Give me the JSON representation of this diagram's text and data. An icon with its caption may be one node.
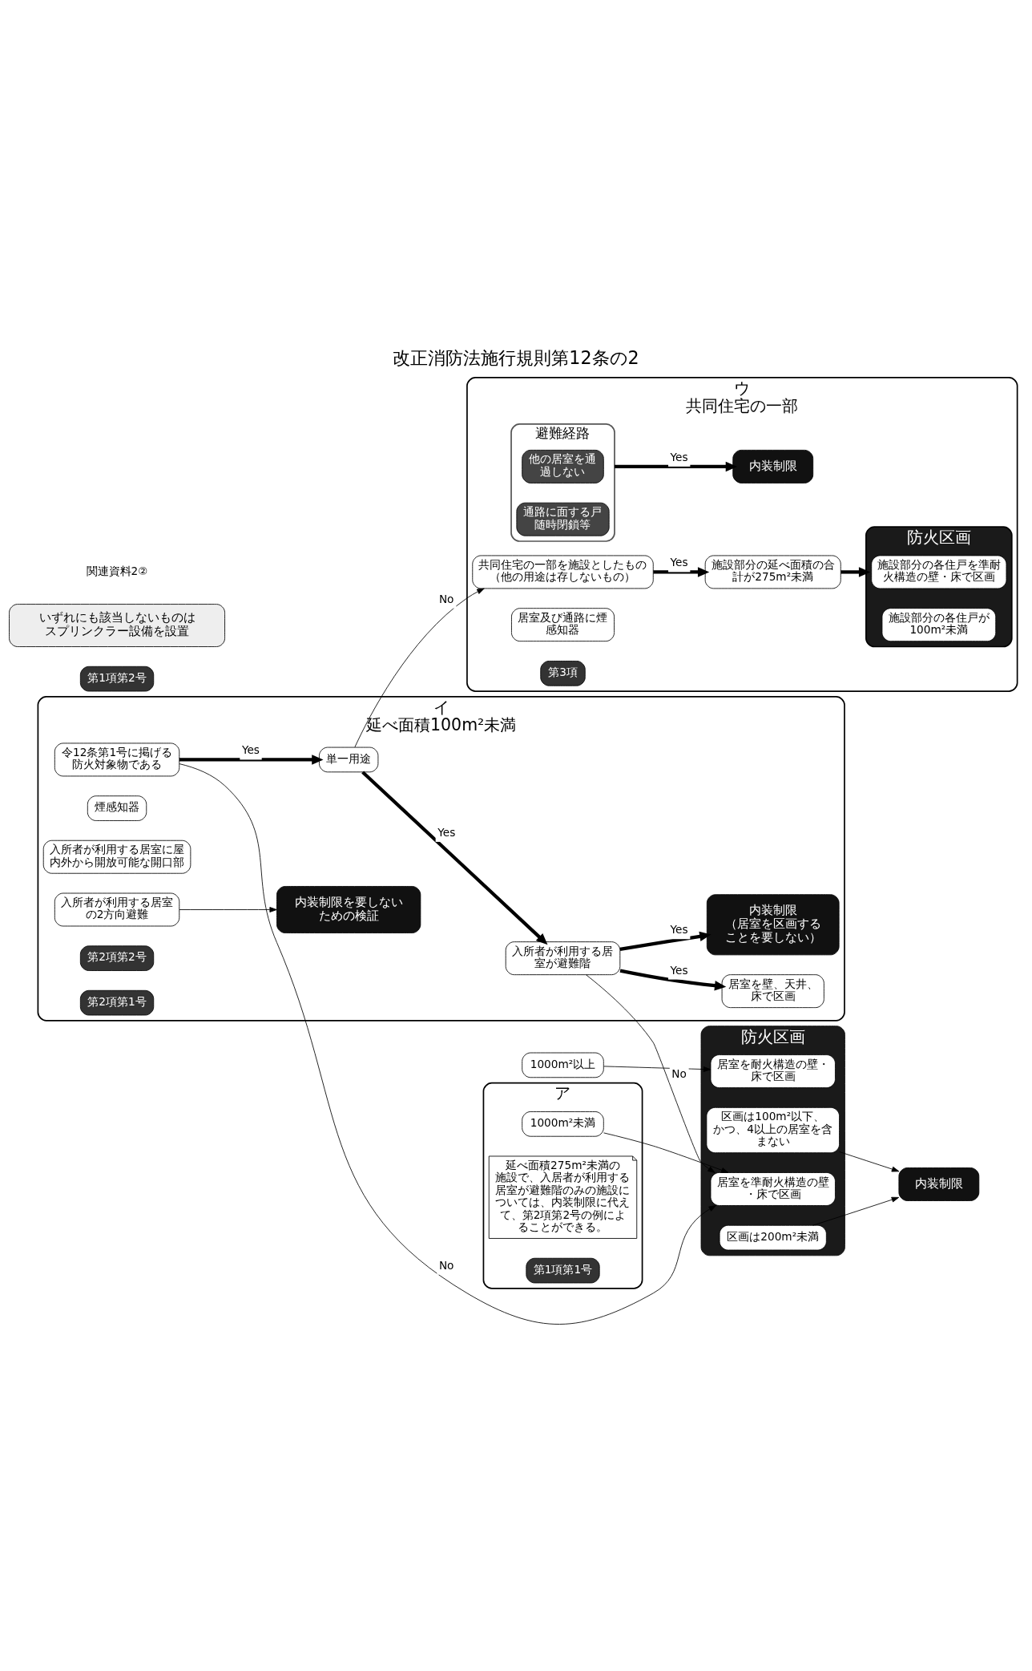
{
  "diagram": {
    "title": "改正消防法施行規則第12条の2",
    "nodes": [
      {
        "text": [
          "ア"
        ]
      },
      {
        "text": [
          "1000m²以上"
        ]
      },
      {
        "text": [
          "1000m²未満"
        ],
        "in": 0
      },
      {
        "text": [
          "防火区画"
        ]
      },
      {
        "text": [
          "居室を耐火構造の壁・床で区画"
        ],
        "in": 3
      },
      {
        "text": [
          "区画は200m²未満"
        ],
        "in": 3
      },
      {
        "text": [
          "居室を準耐火構造の壁・床で区画"
        ],
        "in": 3
      },
      {
        "text": [
          "区画は100m²以下、かつ、4以上の居室を含まない"
        ],
        "in": 3
      },
      {
        "text": [
          "延べ面積275m²未満の施設で、入居者が利用する居室が避難階のみの施設については、内装制限に代えて、第2項第2号の例によることができる。"
        ],
        "in": 0
      },
      {
        "text": [
          "内装制限"
        ]
      },
      {
        "text": [
          "第1項第2号"
        ]
      },
      {
        "text": [
          "第1項第1号"
        ],
        "in": 0
      },
      {
        "text": [
          "イ",
          "延べ面積100m²未満"
        ]
      },
      {
        "text": [
          "令12条第1号に掲げる防火対象物である"
        ],
        "in": 12
      },
      {
        "text": [
          "単一用途"
        ],
        "in": 12
      },
      {
        "text": [
          "入所者が利用する居室が避難階"
        ],
        "in": 12
      },
      {
        "text": [
          "居室を壁、天井、床で区画"
        ],
        "in": 12
      },
      {
        "text": [
          "煙感知器"
        ],
        "in": 12
      },
      {
        "text": [
          "入所者が利用する居室に屋内外から開放可能な開口部"
        ],
        "in": 12
      },
      {
        "text": [
          "入所者が利用する居室の2方向避難"
        ],
        "in": 12
      },
      {
        "text": [
          "内装制限を要しないための検証"
        ],
        "in": 12
      },
      {
        "text": [
          "第2項第2号"
        ],
        "in": 12
      },
      {
        "text": [
          "内装制限",
          "（居室を区画することを要しない）"
        ],
        "in": 12
      },
      {
        "text": [
          "第2項第1号"
        ],
        "in": 12
      },
      {
        "text": [
          "ウ",
          "共同住宅の一部"
        ]
      },
      {
        "text": [
          "共同住宅の一部を施設としたもの",
          "（他の用途は存しないもの）"
        ],
        "in": 24
      },
      {
        "text": [
          "施設部分の延べ面積の合計が275m²未満"
        ],
        "in": 24
      },
      {
        "text": [
          "防火区画"
        ],
        "in": 24
      },
      {
        "text": [
          "施設部分の各住戸を準耐火構造の壁・床で区画"
        ],
        "in": 27
      },
      {
        "text": [
          "施設部分の各住戸が100m²未満"
        ],
        "in": 27
      },
      {
        "text": [
          "居室及び通路に煙感知器"
        ],
        "in": 24
      },
      {
        "text": [
          "避難経路"
        ],
        "in": 24
      },
      {
        "text": [
          "他の居室を通過しない"
        ],
        "in": 31
      },
      {
        "text": [
          "通路に面する戸随時閉鎖等"
        ],
        "in": 31
      },
      {
        "text": [
          "内装制限"
        ],
        "in": 24
      },
      {
        "text": [
          "第3項"
        ],
        "in": 24
      },
      {
        "text": [
          "いずれにも該当しないものはスプリンクラー設備を設置"
        ]
      }
    ],
    "edges": [
      {
        "from": 1,
        "to": 4,
        "arrow": "to"
      },
      {
        "from": 2,
        "to": 6,
        "arrow": "to"
      },
      {
        "from": 5,
        "to": 9,
        "arrow": "to"
      },
      {
        "from": 7,
        "to": 9,
        "arrow": "to"
      },
      {
        "from": 13,
        "to": 6,
        "arrow": "to",
        "label": "No"
      },
      {
        "from": 13,
        "to": 14,
        "arrow": "to",
        "label": "Yes",
        "style": "thick"
      },
      {
        "from": 14,
        "to": 15,
        "arrow": "to",
        "label": "Yes",
        "style": "thick"
      },
      {
        "from": 14,
        "to": 25,
        "arrow": "to",
        "label": "No"
      },
      {
        "from": 15,
        "to": 6,
        "arrow": "to",
        "label": "No"
      },
      {
        "from": 15,
        "to": 16,
        "arrow": "to",
        "label": "Yes",
        "style": "thick"
      },
      {
        "from": 15,
        "to": 22,
        "arrow": "to",
        "label": "Yes",
        "style": "thick"
      },
      {
        "from": 19,
        "to": 20,
        "arrow": "to"
      },
      {
        "from": 25,
        "to": 26,
        "arrow": "to",
        "label": "Yes",
        "style": "thick"
      },
      {
        "from": 26,
        "to": 27,
        "arrow": "to",
        "style": "thick"
      },
      {
        "from": 31,
        "to": 34,
        "arrow": "to",
        "label": "Yes",
        "style": "thick"
      }
    ],
    "labels": [
      "関連資料2②"
    ]
  }
}
